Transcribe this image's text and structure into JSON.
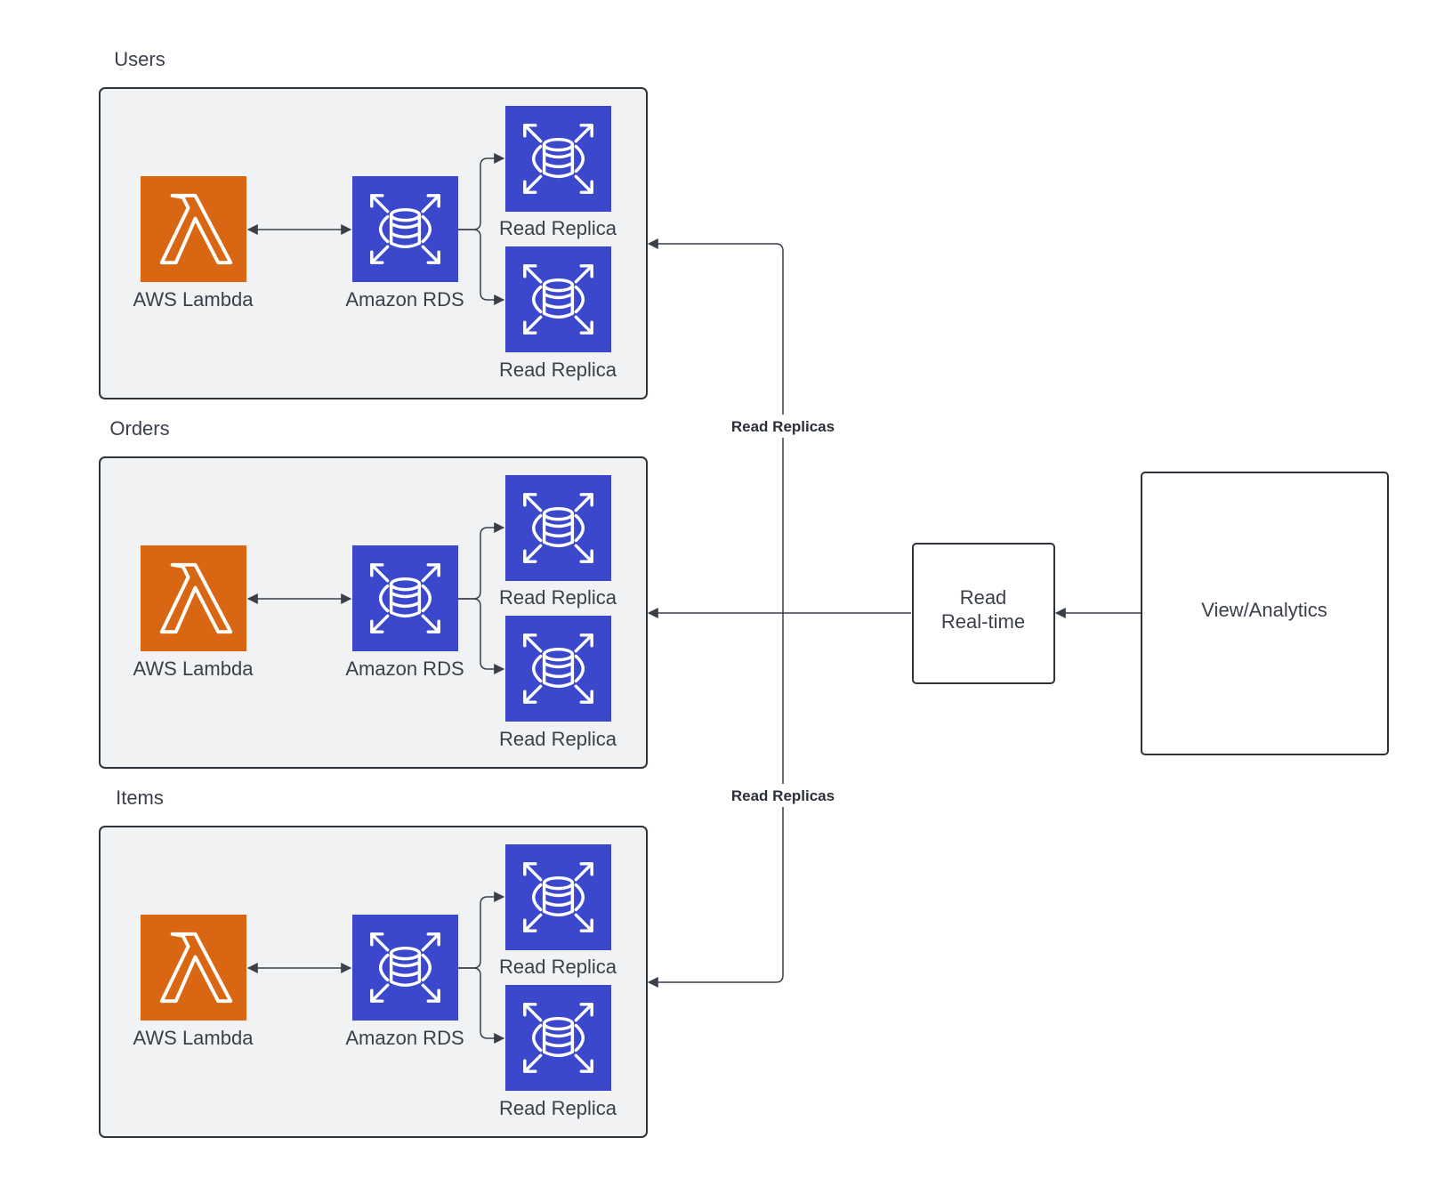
{
  "groups": [
    {
      "title": "Users",
      "lambda_label": "AWS Lambda",
      "rds_label": "Amazon RDS",
      "replica_labels": [
        "Read Replica",
        "Read Replica"
      ]
    },
    {
      "title": "Orders",
      "lambda_label": "AWS Lambda",
      "rds_label": "Amazon RDS",
      "replica_labels": [
        "Read Replica",
        "Read Replica"
      ]
    },
    {
      "title": "Items",
      "lambda_label": "AWS Lambda",
      "rds_label": "Amazon RDS",
      "replica_labels": [
        "Read Replica",
        "Read Replica"
      ]
    }
  ],
  "edge_labels": {
    "upper": "Read Replicas",
    "lower": "Read Replicas"
  },
  "nodes": {
    "read_realtime": {
      "line1": "Read",
      "line2": "Real-time"
    },
    "view_analytics": {
      "label": "View/Analytics"
    }
  },
  "colors": {
    "lambda_orange": "#D86613",
    "rds_blue": "#3B48CC",
    "group_fill": "#F1F2F4",
    "stroke": "#2F333B",
    "connector": "#3B3F4A"
  },
  "icons": {
    "lambda": "aws-lambda-icon",
    "rds": "amazon-rds-icon",
    "replica": "rds-read-replica-icon"
  }
}
